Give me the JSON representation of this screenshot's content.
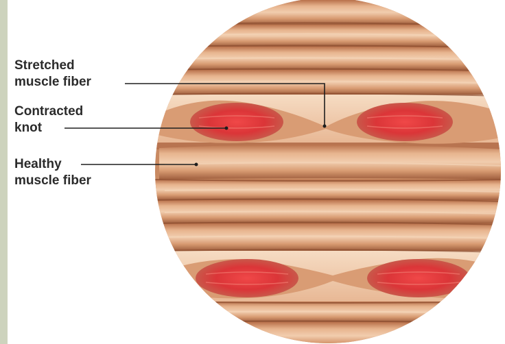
{
  "labels": {
    "stretched": {
      "line1": "Stretched",
      "line2": "muscle fiber"
    },
    "contracted": {
      "line1": "Contracted",
      "line2": "knot"
    },
    "healthy": {
      "line1": "Healthy",
      "line2": "muscle fiber"
    }
  },
  "colors": {
    "background": "#ffffff",
    "left_strip": "#cdd3bd",
    "fiber_base": "#d49a70",
    "fiber_light": "#efc8a6",
    "fiber_dark": "#9c5d3c",
    "knot_red": "#e0383a",
    "label_text": "#2b2b2b",
    "leader_line": "#1e1e1e"
  }
}
